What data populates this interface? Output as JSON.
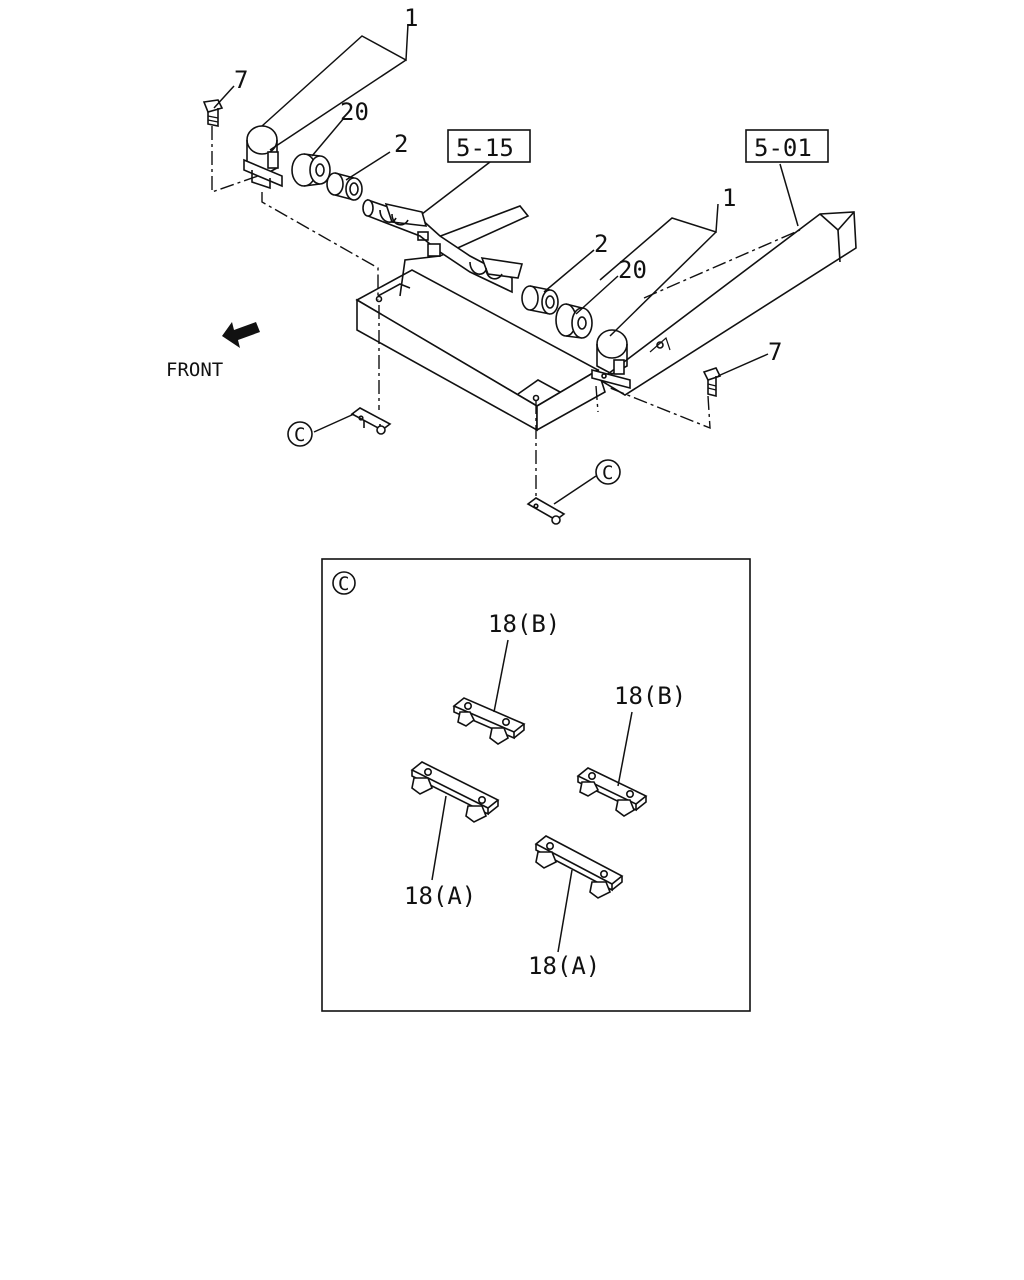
{
  "callouts": {
    "c1_top": "1",
    "c7_left": "7",
    "c20_left": "20",
    "c2_left": "2",
    "ref_5_15": "5-15",
    "ref_5_01": "5-01",
    "c1_right": "1",
    "c2_right": "2",
    "c20_right": "20",
    "c7_right": "7",
    "front": "FRONT",
    "c_marker_1": "C",
    "c_marker_2": "C"
  },
  "detail": {
    "marker": "C",
    "plates": [
      {
        "label": "18(B)"
      },
      {
        "label": "18(B)"
      },
      {
        "label": "18(A)"
      },
      {
        "label": "18(A)"
      }
    ]
  }
}
